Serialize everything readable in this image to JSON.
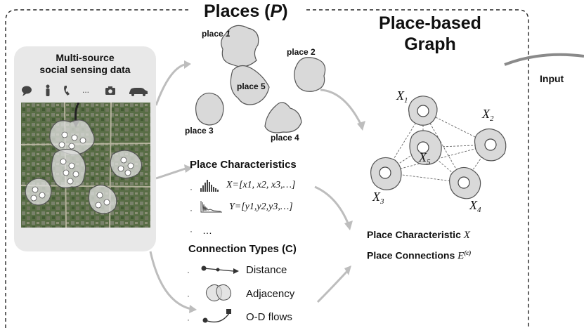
{
  "titles": {
    "places": "Places (P)",
    "places_prefix": "Places (",
    "places_symbol": "P",
    "places_suffix": ")",
    "graph_line1": "Place-based",
    "graph_line2": "Graph",
    "input": "Input"
  },
  "sensing": {
    "title_line1": "Multi-source",
    "title_line2": "social sensing data",
    "icons": [
      "chat-icon",
      "person-icon",
      "phone-icon",
      "ellipsis-icon",
      "camera-icon",
      "car-icon"
    ],
    "ellipsis": "..."
  },
  "places": {
    "place1_prefix": "place ",
    "place1_num": "1",
    "place2": "place 2",
    "place3": "place 3",
    "place4": "place 4",
    "place5": "place 5"
  },
  "characteristics": {
    "title": "Place Characteristics",
    "x_formula": "X=[x1, x2, x3,…]",
    "y_formula": "Y=[y1,y2,y3,…]",
    "more": "…"
  },
  "connections": {
    "title": "Connection Types (C)",
    "items": [
      "Distance",
      "Adjacency",
      "O-D flows"
    ]
  },
  "graph": {
    "nodes": [
      "X1",
      "X2",
      "X3",
      "X4",
      "X5"
    ]
  },
  "results": {
    "line1_text": "Place Characteristic ",
    "line1_symbol": "X",
    "line2_text": "Place Connections ",
    "line2_symbol": "E",
    "line2_sup": "(c)"
  },
  "colors": {
    "blob_fill": "#d9d9d9",
    "blob_stroke": "#555555",
    "arrow": "#bdbdbd",
    "map_green": "#4a6b3a"
  }
}
